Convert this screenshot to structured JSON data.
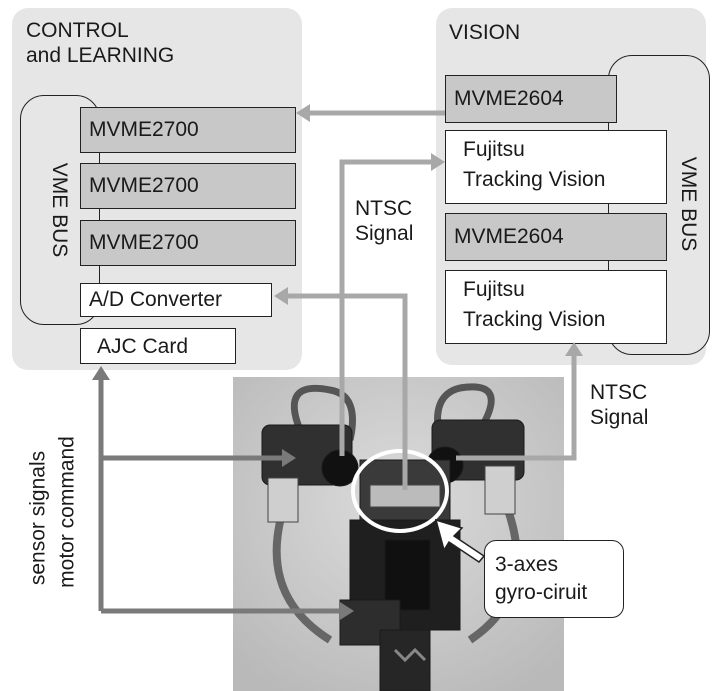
{
  "control": {
    "title_line1": "CONTROL",
    "title_line2": "and LEARNING",
    "bus_label": "VME BUS",
    "boards": [
      "MVME2700",
      "MVME2700",
      "MVME2700"
    ],
    "adc": "A/D Converter",
    "ajc": "AJC Card"
  },
  "vision": {
    "title": "VISION",
    "bus_label": "VME BUS",
    "mvme_top": "MVME2604",
    "tracking1_line1": "Fujitsu",
    "tracking1_line2": "Tracking Vision",
    "mvme_bottom": "MVME2604",
    "tracking2_line1": "Fujitsu",
    "tracking2_line2": "Tracking Vision"
  },
  "signals": {
    "ntsc_left_line1": "NTSC",
    "ntsc_left_line2": "Signal",
    "ntsc_right_line1": "NTSC",
    "ntsc_right_line2": "Signal",
    "sensor": "sensor signals",
    "motor": "motor command"
  },
  "callout": {
    "line1": "3-axes",
    "line2": "gyro-ciruit"
  },
  "colors": {
    "panel": "#e6e6e6",
    "board_gray": "#c8c8c8",
    "arrow_light": "#a8a8a8",
    "arrow_dark": "#7a7a7a"
  }
}
